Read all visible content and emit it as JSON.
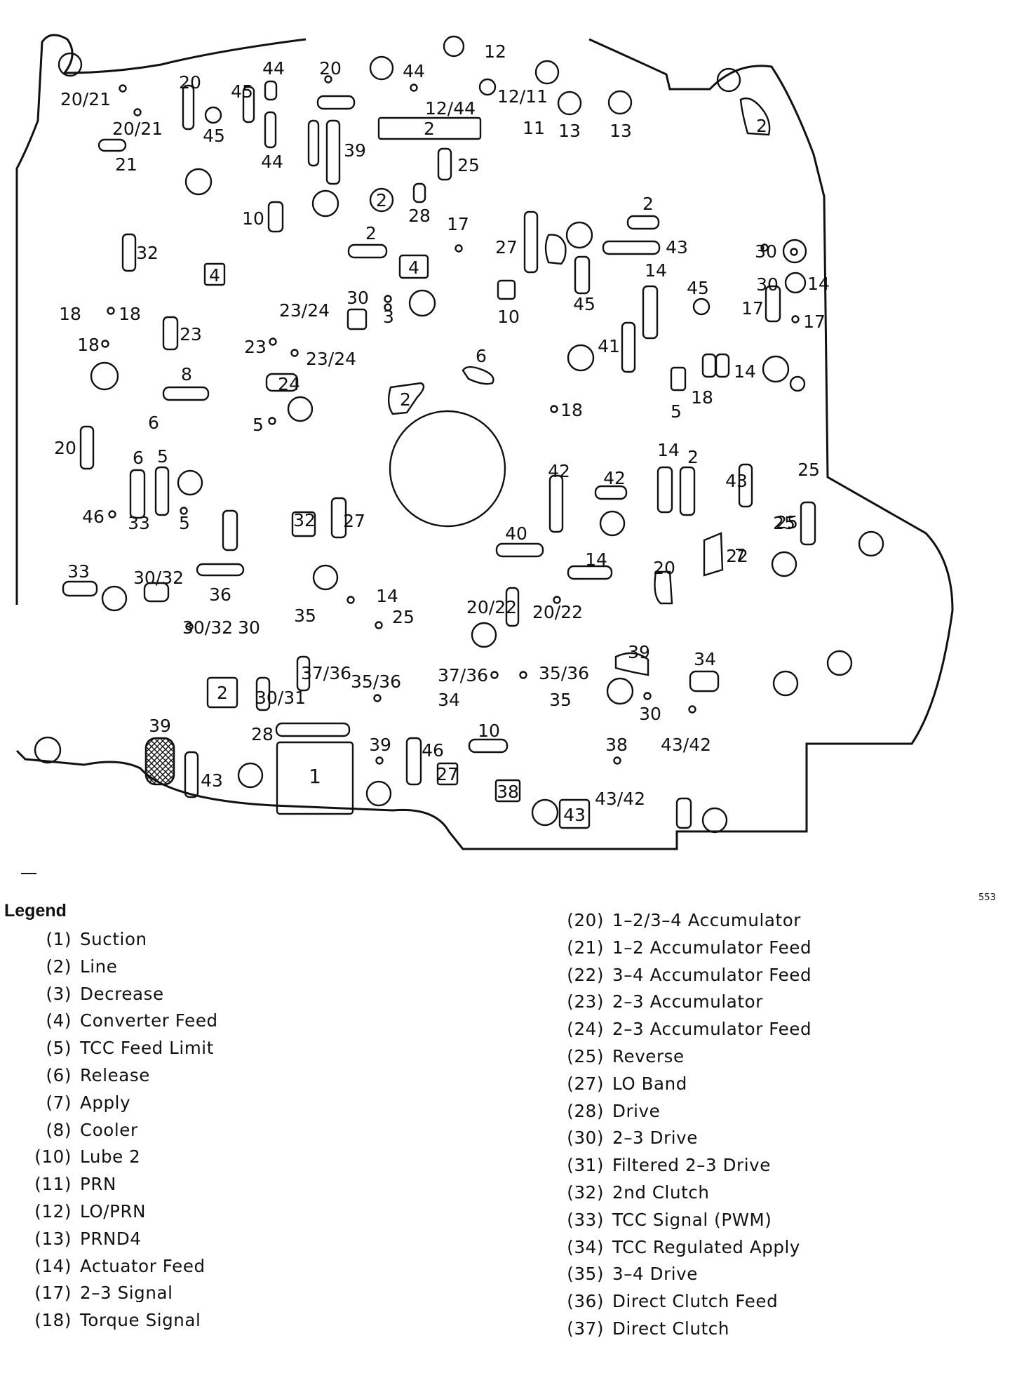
{
  "corner_code": "553",
  "diagram_labels": {
    "circled_two": "2",
    "big_two": "2",
    "bore_one": "1",
    "boxed_labels": [
      "4",
      "4",
      "2",
      "27",
      "38",
      "43"
    ],
    "labels": [
      "20/21",
      "20/21",
      "21",
      "20",
      "45",
      "45",
      "44",
      "44",
      "20",
      "39",
      "44",
      "12",
      "12/44",
      "12/11",
      "11",
      "2",
      "13",
      "13",
      "25",
      "28",
      "17",
      "10",
      "32",
      "2",
      "2",
      "43",
      "27",
      "14",
      "30",
      "30",
      "14",
      "45",
      "45",
      "17",
      "17",
      "10",
      "18",
      "18",
      "18",
      "23",
      "23/24",
      "30",
      "3",
      "23",
      "23/24",
      "6",
      "41",
      "14",
      "8",
      "24",
      "18",
      "6",
      "5",
      "5",
      "18",
      "2",
      "20",
      "14",
      "2",
      "6",
      "5",
      "25",
      "42",
      "42",
      "43",
      "46",
      "5",
      "33",
      "32",
      "25",
      "27",
      "7",
      "25",
      "40",
      "14",
      "20",
      "22",
      "33",
      "30/32",
      "36",
      "14",
      "20/22",
      "20/22",
      "30/32",
      "30",
      "35",
      "25",
      "39",
      "34",
      "37/36",
      "35/36",
      "37/36",
      "35/36",
      "34",
      "35",
      "30/31",
      "30",
      "39",
      "28",
      "10",
      "39",
      "46",
      "38",
      "43/42",
      "43",
      "43/42"
    ]
  },
  "legend": {
    "title": "Legend",
    "left": [
      {
        "num": "(1)",
        "name": "Suction"
      },
      {
        "num": "(2)",
        "name": "Line"
      },
      {
        "num": "(3)",
        "name": "Decrease"
      },
      {
        "num": "(4)",
        "name": "Converter Feed"
      },
      {
        "num": "(5)",
        "name": "TCC Feed Limit"
      },
      {
        "num": "(6)",
        "name": "Release"
      },
      {
        "num": "(7)",
        "name": "Apply"
      },
      {
        "num": "(8)",
        "name": "Cooler"
      },
      {
        "num": "(10)",
        "name": "Lube 2"
      },
      {
        "num": "(11)",
        "name": "PRN"
      },
      {
        "num": "(12)",
        "name": "LO/PRN"
      },
      {
        "num": "(13)",
        "name": "PRND4"
      },
      {
        "num": "(14)",
        "name": "Actuator Feed"
      },
      {
        "num": "(17)",
        "name": "2–3 Signal"
      },
      {
        "num": "(18)",
        "name": "Torque Signal"
      }
    ],
    "right": [
      {
        "num": "(20)",
        "name": "1–2/3–4 Accumulator"
      },
      {
        "num": "(21)",
        "name": "1–2 Accumulator Feed"
      },
      {
        "num": "(22)",
        "name": "3–4 Accumulator Feed"
      },
      {
        "num": "(23)",
        "name": "2–3 Accumulator"
      },
      {
        "num": "(24)",
        "name": "2–3 Accumulator Feed"
      },
      {
        "num": "(25)",
        "name": "Reverse"
      },
      {
        "num": "(27)",
        "name": "LO Band"
      },
      {
        "num": "(28)",
        "name": "Drive"
      },
      {
        "num": "(30)",
        "name": "2–3 Drive"
      },
      {
        "num": "(31)",
        "name": "Filtered 2–3 Drive"
      },
      {
        "num": "(32)",
        "name": "2nd Clutch"
      },
      {
        "num": "(33)",
        "name": "TCC Signal (PWM)"
      },
      {
        "num": "(34)",
        "name": "TCC Regulated Apply"
      },
      {
        "num": "(35)",
        "name": "3–4 Drive"
      },
      {
        "num": "(36)",
        "name": "Direct Clutch Feed"
      },
      {
        "num": "(37)",
        "name": "Direct Clutch"
      }
    ]
  }
}
